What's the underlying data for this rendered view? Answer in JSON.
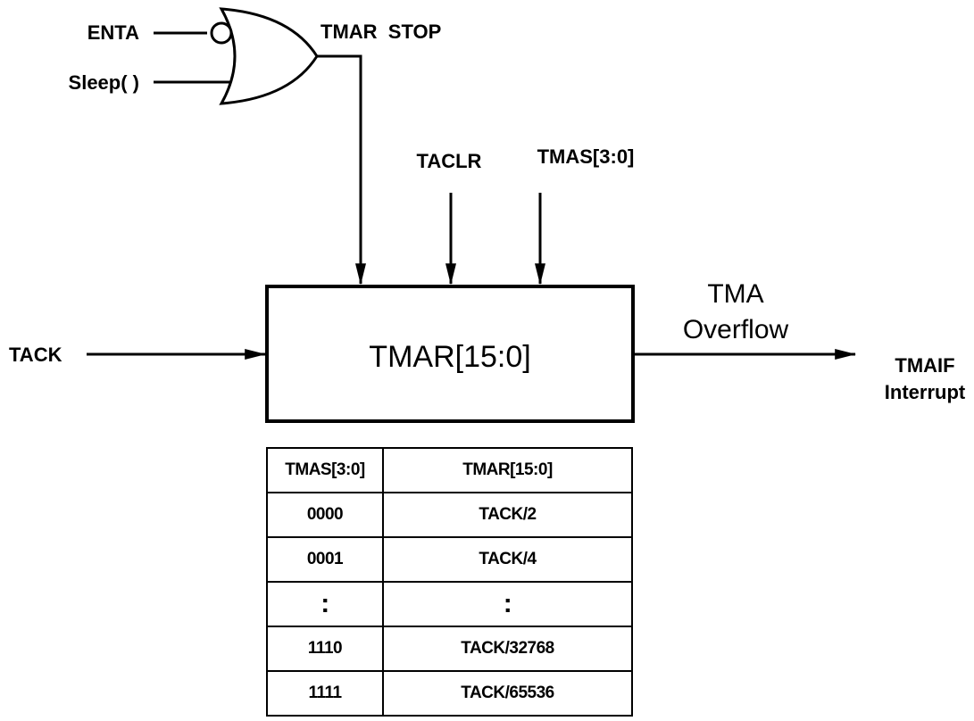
{
  "gate": {
    "inputs": [
      "ENTA",
      "Sleep( )"
    ],
    "output": "TMAR  STOP"
  },
  "block": {
    "label": "TMAR[15:0]",
    "inputs_top": [
      "TACLR",
      "TMAS[3:0]"
    ],
    "input_left": "TACK",
    "output_label": [
      "TMA",
      "Overflow"
    ],
    "output_target": [
      "TMAIF",
      "Interrupt"
    ]
  },
  "table": {
    "headers": [
      "TMAS[3:0]",
      "TMAR[15:0]"
    ],
    "rows": [
      [
        "0000",
        "TACK/2"
      ],
      [
        "0001",
        "TACK/4"
      ],
      [
        ":",
        ":"
      ],
      [
        "1110",
        "TACK/32768"
      ],
      [
        "1111",
        "TACK/65536"
      ]
    ]
  }
}
